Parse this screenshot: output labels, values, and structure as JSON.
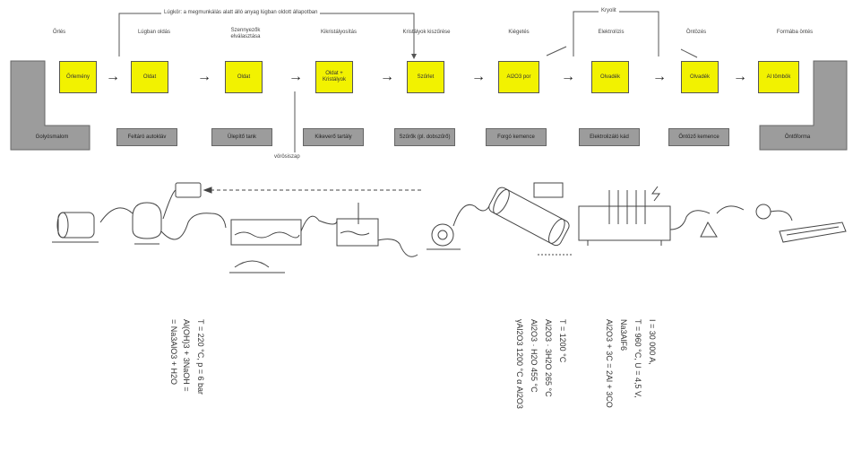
{
  "feedback": {
    "top_label": "Lúgkör: a megmunkálás alatt álló anyag lúgban oldott állapotban",
    "electrolysis_loop_label": "Kryolit"
  },
  "stages": [
    {
      "header": "Őrlés",
      "yellow": "Őrlemény",
      "gray": "Golyósmalom"
    },
    {
      "header": "Lúgban oldás",
      "yellow": "Oldat",
      "gray": "Feltáró autokláv"
    },
    {
      "header": "Szennyezők elválasztása",
      "yellow": "Oldat",
      "gray": "Ülepítő tank",
      "side_note": "vörösiszap"
    },
    {
      "header": "Kikristályosítás",
      "yellow": "Oldat + Kristályok",
      "gray": "Kikeverő tartály"
    },
    {
      "header": "Kristályok kiszűrése",
      "yellow": "Szűrlet",
      "gray": "Szűrők (pl. dobszűrő)"
    },
    {
      "header": "Kiégetés",
      "yellow": "Al2O3 por",
      "gray": "Forgó kemence"
    },
    {
      "header": "Elektrolízis",
      "yellow": "Olvadék",
      "gray": "Elektrolizáló kád"
    },
    {
      "header": "Öntözés",
      "yellow": "Olvadék",
      "gray": "Öntöző kemence"
    },
    {
      "header": "Formába öntés",
      "yellow": "Al tömbök",
      "gray": "Öntőforma"
    }
  ],
  "equations": {
    "group1": [
      "T = 220 °C, p = 6 bar",
      "Al(OH)3 + 3NaOH =",
      "= Na3AlO3 + H2O"
    ],
    "group2": [
      "T = 1200 °C",
      "Al2O3 · 3H2O 265 °C",
      "Al2O3 · H2O 455 °C",
      "γAl2O3 1200 °C α Al2O3"
    ],
    "group3": [
      "I = 30 000 A,",
      "T = 960 °C, U = 4,5 V,",
      "Na3AlF6",
      "Al2O3 + 3C = 2Al + 3CO"
    ]
  },
  "icons": {
    "arrow": "right-arrow"
  },
  "colors": {
    "process_box": "#f2f200",
    "equipment_box": "#9c9c9c"
  }
}
